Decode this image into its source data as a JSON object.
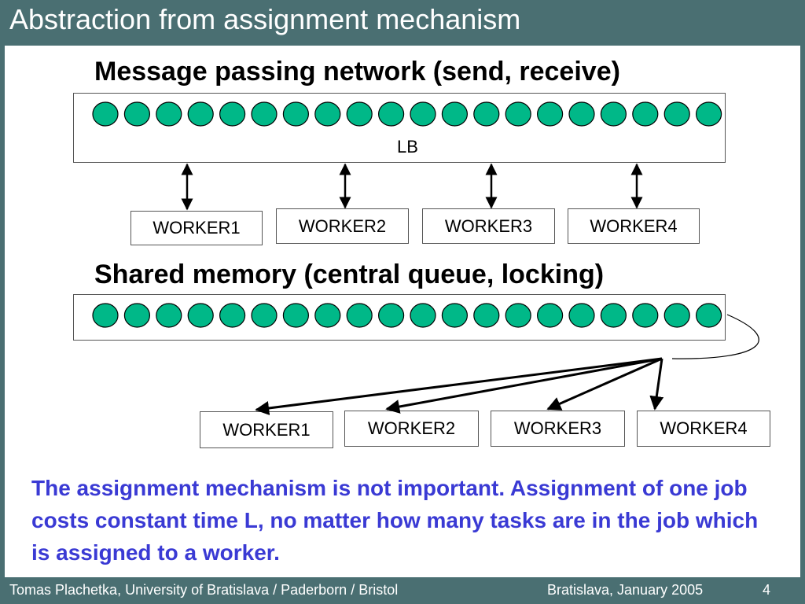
{
  "slide": {
    "title": "Abstraction from assignment mechanism",
    "page_number": "4"
  },
  "message_passing": {
    "heading": "Message passing network (send, receive)",
    "balancer_label": "LB",
    "job_count": 20,
    "workers": [
      "WORKER1",
      "WORKER2",
      "WORKER3",
      "WORKER4"
    ]
  },
  "shared_memory": {
    "heading": "Shared memory (central queue, locking)",
    "job_count": 20,
    "workers": [
      "WORKER1",
      "WORKER2",
      "WORKER3",
      "WORKER4"
    ]
  },
  "body_text": "The assignment mechanism is not important. Assignment of one job costs constant time L, no matter how many tasks are in the job which is assigned to a worker.",
  "footer": {
    "left": "Tomas Plachetka, University of Bratislava / Paderborn / Bristol",
    "date": "Bratislava, January 2005"
  },
  "colors": {
    "frame": "#4a6f72",
    "job_fill": "#00b888",
    "body_text": "#3a3ad4"
  }
}
